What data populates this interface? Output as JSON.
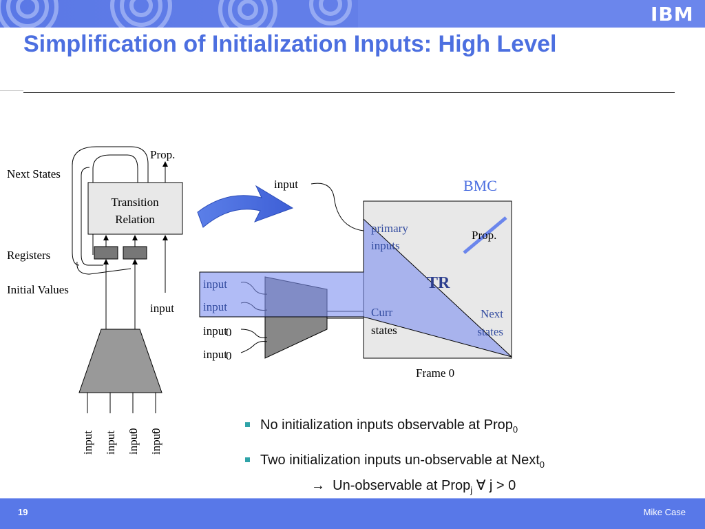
{
  "slide": {
    "title": "Simplification of Initialization Inputs: High Level",
    "logo_text": "IBM",
    "page_number": "19",
    "author": "Mike Case"
  },
  "colors": {
    "title_blue": "#4c6fe0",
    "footer_blue": "#5878e8",
    "bmc_region": "#9aa9f4",
    "box_gray": "#e8e8e8",
    "trapezoid_gray": "#999999",
    "bullet_teal": "#2fa3a8"
  },
  "left_diagram": {
    "next_states_label": "Next States",
    "prop_label": "Prop.",
    "transition_line1": "Transition",
    "transition_line2": "Relation",
    "registers_label": "Registers",
    "initial_values_label": "Initial Values",
    "input_label": "input",
    "bottom_inputs": [
      "input",
      "input",
      "input",
      "input"
    ],
    "bottom_zeros": [
      "0",
      "0"
    ]
  },
  "right_diagram": {
    "bmc_label": "BMC",
    "top_input_label": "input",
    "primary_line1": "primary",
    "primary_line2": "inputs",
    "prop_label": "Prop.",
    "tr_label": "TR",
    "curr_line1": "Curr",
    "curr_line2": "states",
    "next_line1": "Next",
    "next_line2": "states",
    "frame_label": "Frame 0",
    "left_inputs": [
      "input",
      "input",
      "input",
      "input"
    ],
    "zeros": [
      "0",
      "0"
    ]
  },
  "bullets": {
    "b1_text": "No initialization inputs observable at Prop",
    "b1_sub": "0",
    "b2_text": "Two initialization inputs un-observable at Next",
    "b2_sub": "0",
    "b3_arrow": "→",
    "b3_text": "Un-observable at Prop",
    "b3_sub": "j",
    "b3_tail": "∀ j > 0"
  }
}
